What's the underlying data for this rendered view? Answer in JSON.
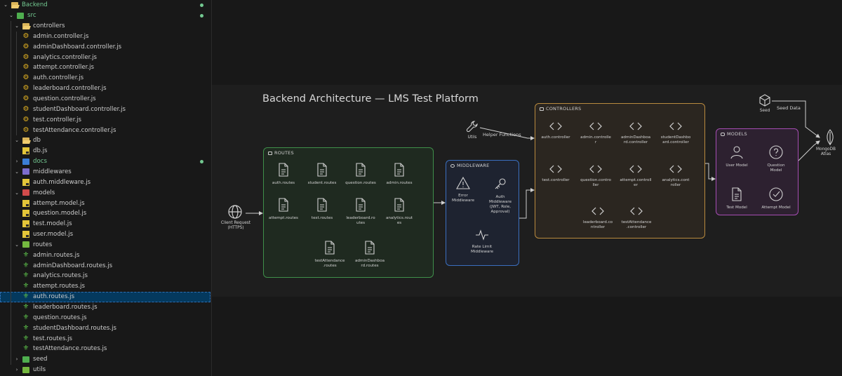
{
  "explorer": {
    "root": "Backend",
    "src": "src",
    "controllers_folder": "controllers",
    "controllers": [
      "admin.controller.js",
      "adminDashboard.controller.js",
      "analytics.controller.js",
      "attempt.controller.js",
      "auth.controller.js",
      "leaderboard.controller.js",
      "question.controller.js",
      "studentDashboard.controller.js",
      "test.controller.js",
      "testAttendance.controller.js"
    ],
    "db_folder": "db",
    "db_file": "db.js",
    "docs_folder": "docs",
    "middlewares_folder": "middlewares",
    "middleware_file": "auth.middleware.js",
    "models_folder": "models",
    "models": [
      "attempt.model.js",
      "question.model.js",
      "test.model.js",
      "user.model.js"
    ],
    "routes_folder": "routes",
    "routes": [
      "admin.routes.js",
      "adminDashboard.routes.js",
      "analytics.routes.js",
      "attempt.routes.js",
      "auth.routes.js",
      "leaderboard.routes.js",
      "question.routes.js",
      "studentDashboard.routes.js",
      "test.routes.js",
      "testAttendance.routes.js"
    ],
    "selected_file": "auth.routes.js",
    "seed_folder": "seed",
    "utils_folder": "utils"
  },
  "diagram": {
    "title": "Backend Architecture — LMS Test Platform",
    "client": "Client Request\n(HTTPS)",
    "utils": "Utils",
    "helper_label": "Helper Functions",
    "seed": "Seed",
    "seed_label": "Seed Data",
    "mongo": "MongoDB\nAtlas",
    "routes_group": "ROUTES",
    "routes": [
      "auth.routes",
      "student.routes",
      "question.routes",
      "admin.routes",
      "attempt.routes",
      "test.routes",
      "leaderboard.ro\nutes",
      "analytics.rout\nes",
      "testAttendance\n.routes",
      "adminDashboa\nrd.routes"
    ],
    "middleware_group": "MIDDLEWARE",
    "middleware": [
      "Error\nMiddleware",
      "Auth\nMiddleware\n(JWT, Role,\nApproval)",
      "Rate Limit\nMiddleware"
    ],
    "controllers_group": "CONTROLLERS",
    "controllers": [
      "auth.controller",
      "admin.controlle\nr",
      "adminDashboa\nrd.controller",
      "studentDashbo\nard.controller",
      "test.controller",
      "question.contro\nller",
      "attempt.controll\ner",
      "analytics.cont\nroller",
      "leaderboard.co\nntroller",
      "testAttendance\n.controller"
    ],
    "models_group": "MODELS",
    "models": [
      "User Model",
      "Question\nModel",
      "Test Model",
      "Attempt Model"
    ]
  },
  "colors": {
    "routes": "#3f8f4a",
    "middleware": "#3b6fbf",
    "controllers": "#b98a3e",
    "models": "#a64db3",
    "accent_green": "#73c991"
  }
}
